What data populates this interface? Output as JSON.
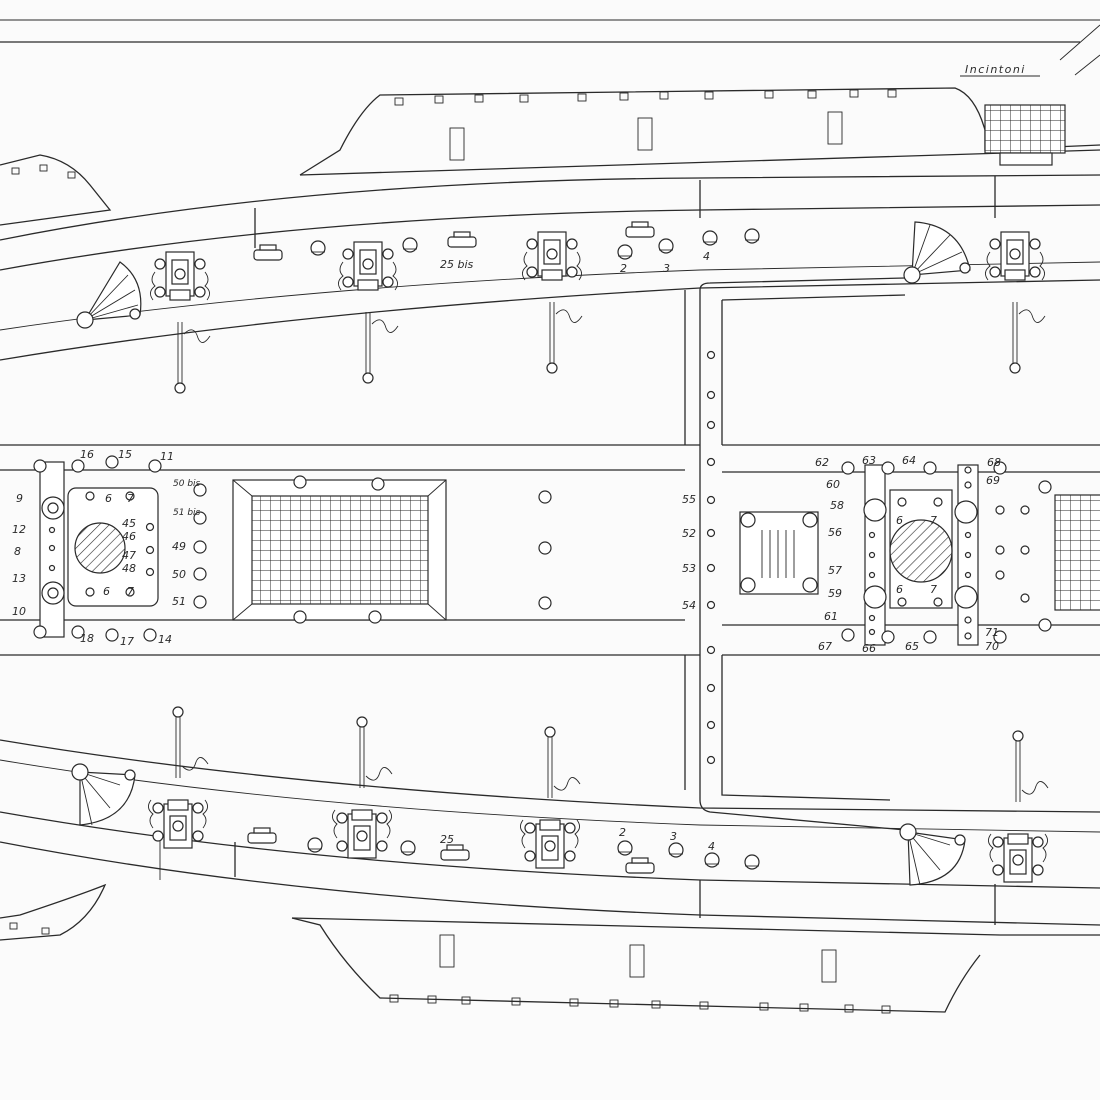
{
  "plan": {
    "title": "Incintoni",
    "top_guns": [
      "25 bis",
      "2",
      "3",
      "4"
    ],
    "bottom_guns": [
      "25",
      "2",
      "3",
      "4"
    ],
    "left_mast": [
      "16",
      "15",
      "11",
      "9",
      "12",
      "8",
      "13",
      "10",
      "18",
      "17",
      "14",
      "6",
      "7",
      "6",
      "7",
      "50 bis",
      "51 bis",
      "45",
      "46",
      "47",
      "48",
      "49",
      "50",
      "51"
    ],
    "middle_pins": [
      "55",
      "52",
      "53",
      "54"
    ],
    "right_mast": [
      "62",
      "63",
      "64",
      "68",
      "60",
      "69",
      "58",
      "56",
      "57",
      "59",
      "61",
      "67",
      "66",
      "65",
      "71",
      "70",
      "6",
      "7",
      "6",
      "7"
    ]
  }
}
